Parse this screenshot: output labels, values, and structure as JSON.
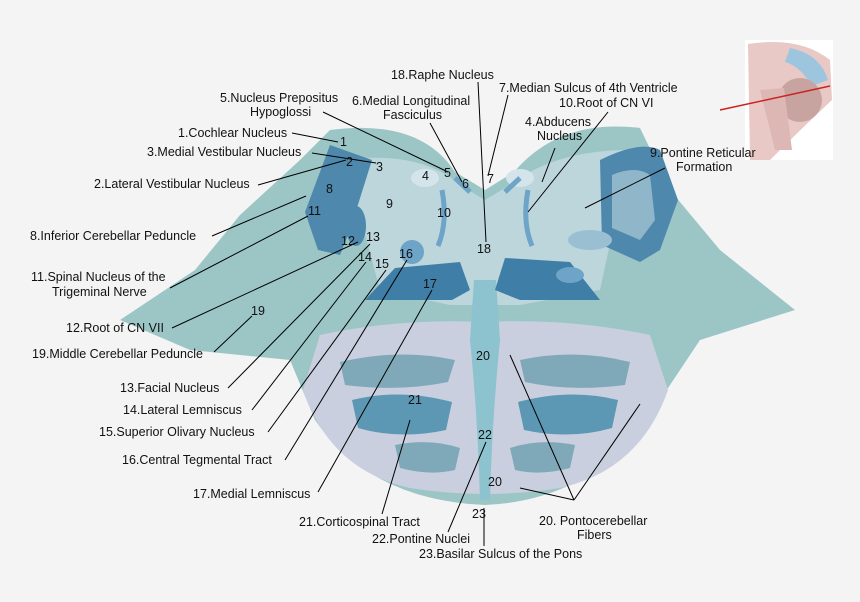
{
  "palette": {
    "background": "#f4f4f4",
    "pons_body": "#9cc6c6",
    "tegmentum": "#bfd8de",
    "nucleus_dark": "#3f7ea6",
    "nucleus_mid": "#6da4c7",
    "basilar": "#c9cfde",
    "pontine_nuclei": "#7fa9b9"
  },
  "callouts": [
    {
      "id": "1",
      "label": "1.Cochlear Nucleus"
    },
    {
      "id": "2",
      "label": "2.Lateral Vestibular Nucleus"
    },
    {
      "id": "3",
      "label": "3.Medial Vestibular Nucleus"
    },
    {
      "id": "4",
      "label": "4.Abducens Nucleus"
    },
    {
      "id": "5",
      "label": "5.Nucleus Prepositus Hypoglossi"
    },
    {
      "id": "6",
      "label": "6.Medial Longitudinal Fasciculus"
    },
    {
      "id": "7",
      "label": "7.Median Sulcus of 4th Ventricle"
    },
    {
      "id": "8",
      "label": "8.Inferior Cerebellar Peduncle"
    },
    {
      "id": "9",
      "label": "9.Pontine Reticular Formation"
    },
    {
      "id": "10",
      "label": "10.Root of CN VI"
    },
    {
      "id": "11",
      "label": "11.Spinal Nucleus of the Trigeminal Nerve"
    },
    {
      "id": "12",
      "label": "12.Root of CN VII"
    },
    {
      "id": "13",
      "label": "13.Facial Nucleus"
    },
    {
      "id": "14",
      "label": "14.Lateral Lemniscus"
    },
    {
      "id": "15",
      "label": "15.Superior Olivary Nucleus"
    },
    {
      "id": "16",
      "label": "16.Central Tegmental Tract"
    },
    {
      "id": "17",
      "label": "17.Medial Lemniscus"
    },
    {
      "id": "18",
      "label": "18.Raphe Nucleus"
    },
    {
      "id": "19",
      "label": "19.Middle Cerebellar Peduncle"
    },
    {
      "id": "20",
      "label": "20. Pontocerebellar Fibers"
    },
    {
      "id": "21",
      "label": "21.Corticospinal Tract"
    },
    {
      "id": "22",
      "label": "22.Pontine Nuclei"
    },
    {
      "id": "23",
      "label": "23.Basilar Sulcus of the Pons"
    }
  ],
  "numbers": [
    "1",
    "2",
    "3",
    "4",
    "5",
    "6",
    "7",
    "8",
    "9",
    "10",
    "11",
    "12",
    "13",
    "14",
    "15",
    "16",
    "17",
    "18",
    "19",
    "20",
    "20",
    "21",
    "22",
    "23"
  ],
  "text": {
    "l1": "1.Cochlear Nucleus",
    "l2": "2.Lateral Vestibular Nucleus",
    "l3": "3.Medial Vestibular Nucleus",
    "l4a": "4.Abducens",
    "l4b": "Nucleus",
    "l5a": "5.Nucleus Prepositus",
    "l5b": "Hypoglossi",
    "l6a": "6.Medial Longitudinal",
    "l6b": "Fasciculus",
    "l7": "7.Median Sulcus of 4th Ventricle",
    "l8": "8.Inferior Cerebellar Peduncle",
    "l9a": "9.Pontine Reticular",
    "l9b": "Formation",
    "l10": "10.Root of CN VI",
    "l11a": "11.Spinal Nucleus of the",
    "l11b": "Trigeminal Nerve",
    "l12": "12.Root of CN VII",
    "l13": "13.Facial Nucleus",
    "l14": "14.Lateral Lemniscus",
    "l15": "15.Superior Olivary Nucleus",
    "l16": "16.Central Tegmental Tract",
    "l17": "17.Medial Lemniscus",
    "l18": "18.Raphe Nucleus",
    "l19": "19.Middle Cerebellar Peduncle",
    "l20a": "20. Pontocerebellar",
    "l20b": "Fibers",
    "l21": "21.Corticospinal Tract",
    "l22": "22.Pontine Nuclei",
    "l23": "23.Basilar Sulcus of the Pons"
  }
}
